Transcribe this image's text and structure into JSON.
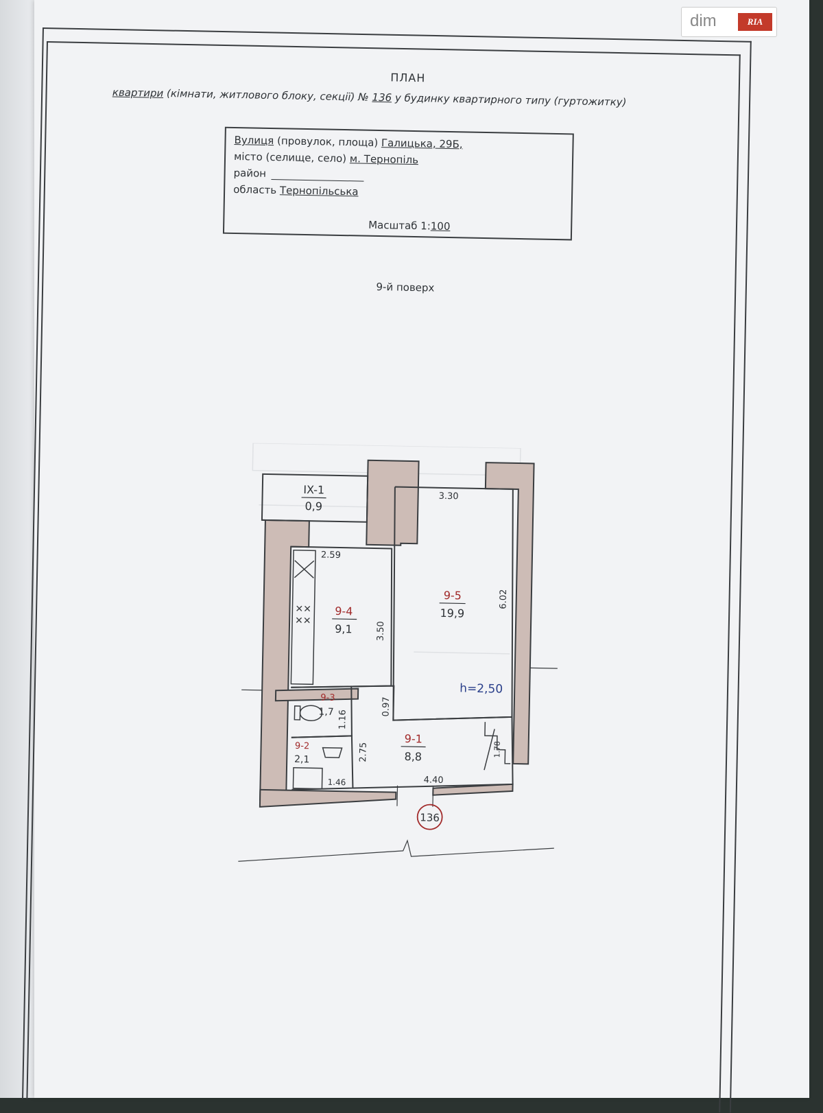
{
  "header": {
    "title": "ПЛАН",
    "subtitle_part1": "квартири",
    "subtitle_part2": " (кімнати, житлового блоку, секції) № ",
    "apartment_no": "136",
    "subtitle_part3": " у будинку квартирного типу (гуртожитку)"
  },
  "address": {
    "street_label": "Вулиця",
    "street_label_rest": " (провулок, площа) ",
    "street_value": " Галицька, 29Б,",
    "city_label": "місто (селище, село) ",
    "city_value": "м. Тернопіль",
    "district_label": "район",
    "region_label": "область ",
    "region_value": "Тернопільська",
    "scale_label": "Масштаб 1:",
    "scale_value": "100"
  },
  "floor_label": "9-й поверх",
  "plan": {
    "rooms": [
      {
        "id": "IX-1",
        "area": "0,9"
      },
      {
        "id": "9-4",
        "area": "9,1"
      },
      {
        "id": "9-5",
        "area": "19,9"
      },
      {
        "id": "9-3",
        "area": "1,7"
      },
      {
        "id": "9-2",
        "area": "2,1"
      },
      {
        "id": "9-1",
        "area": "8,8"
      }
    ],
    "dimensions": [
      "3.30",
      "2.59",
      "6.02",
      "3.50",
      "0.97",
      "1.16",
      "2.75",
      "1.78",
      "1.46",
      "4.40"
    ],
    "height_label": "h=2,50",
    "apartment_marker": "136",
    "wall_color": "#cdbcb6",
    "room_id_color": "#a12a2a",
    "height_color": "#2a3f8a"
  },
  "watermark": {
    "dim": "dim",
    "ria": "RIA"
  }
}
